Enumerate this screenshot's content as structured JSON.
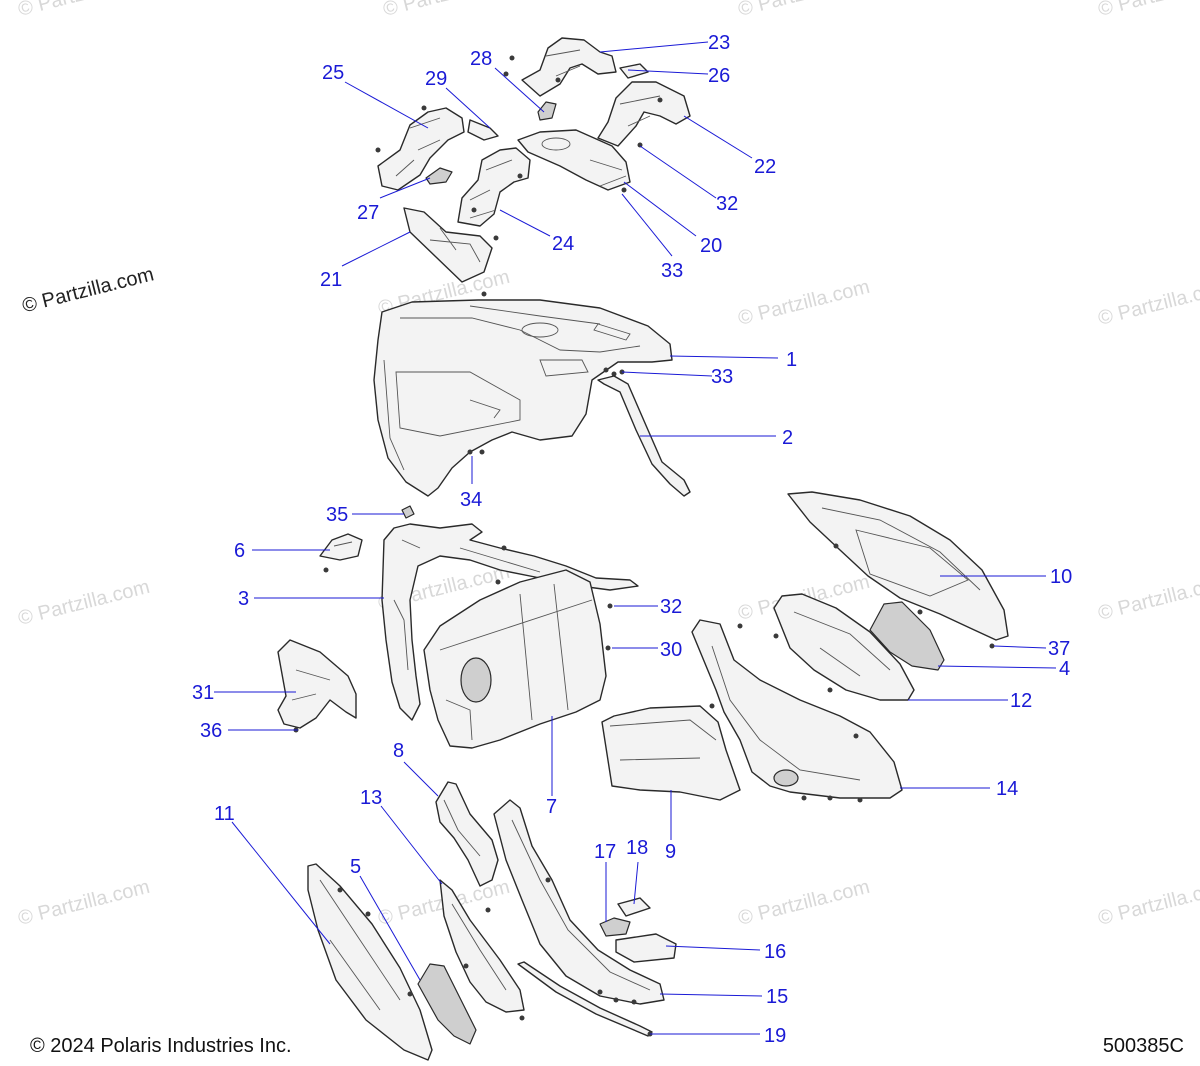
{
  "watermark": {
    "text": "© Partzilla.com"
  },
  "brand_stamp": {
    "text": "© Partzilla.com"
  },
  "footer": {
    "copyright": "© 2024 Polaris Industries Inc.",
    "doc_number": "500385C"
  },
  "callouts": [
    "1",
    "2",
    "3",
    "4",
    "5",
    "6",
    "7",
    "8",
    "9",
    "10",
    "11",
    "12",
    "13",
    "14",
    "15",
    "16",
    "17",
    "18",
    "19",
    "20",
    "21",
    "22",
    "23",
    "24",
    "25",
    "26",
    "27",
    "28",
    "29",
    "30",
    "31",
    "32",
    "32",
    "33",
    "33",
    "34",
    "35",
    "36",
    "37"
  ]
}
